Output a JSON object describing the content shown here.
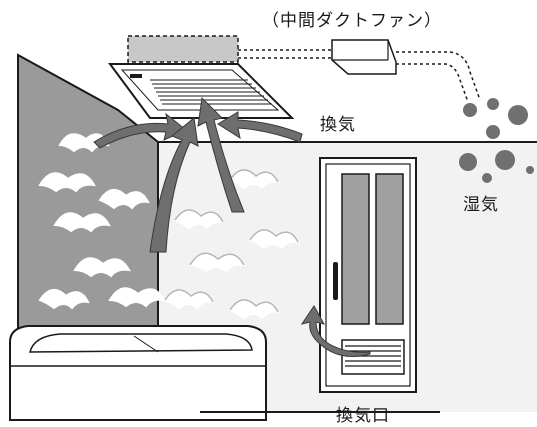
{
  "labels": {
    "fan": "（中間ダクトファン）",
    "ventilation": "換気",
    "humidity": "湿気",
    "vent_port": "換気口"
  },
  "colors": {
    "wall_gray": "#9a9a9a",
    "arrow_gray": "#6e6e6e",
    "line": "#1a1a1a",
    "dot_gray": "#707070",
    "duct_gray": "#c8c8c8"
  }
}
